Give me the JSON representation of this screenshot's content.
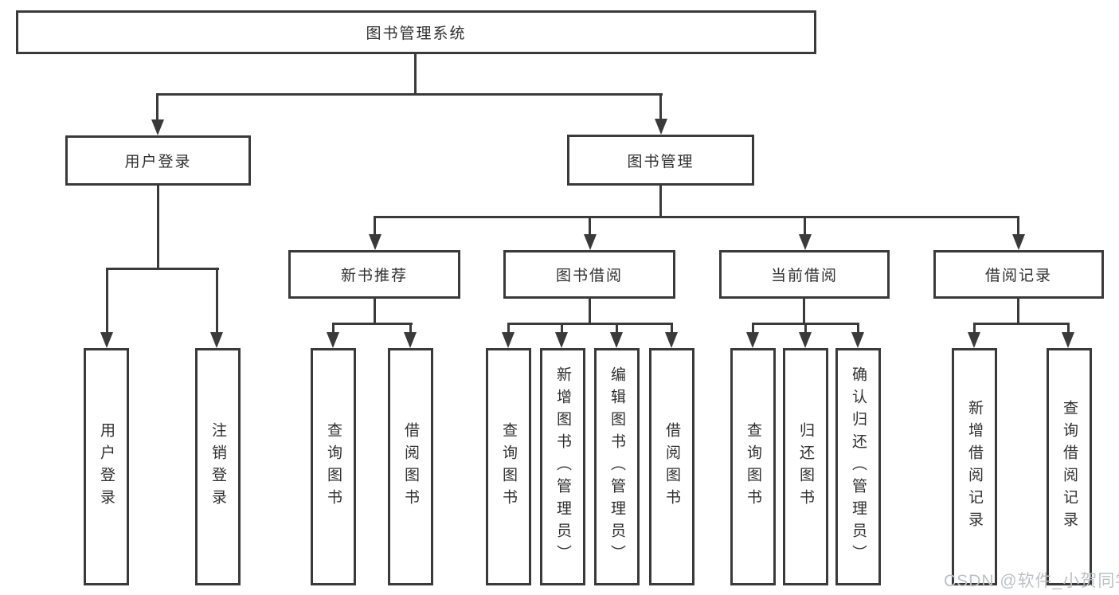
{
  "tree": {
    "root": {
      "label": "图书管理系统"
    },
    "branches": [
      {
        "label": "用户登录",
        "children": [
          {
            "label": "用户登录"
          },
          {
            "label": "注销登录"
          }
        ]
      },
      {
        "label": "图书管理",
        "children": [
          {
            "label": "新书推荐",
            "children": [
              {
                "label": "查询图书"
              },
              {
                "label": "借阅图书"
              }
            ]
          },
          {
            "label": "图书借阅",
            "children": [
              {
                "label": "查询图书"
              },
              {
                "label": "新增图书（管理员）"
              },
              {
                "label": "编辑图书（管理员）"
              },
              {
                "label": "借阅图书"
              }
            ]
          },
          {
            "label": "当前借阅",
            "children": [
              {
                "label": "查询图书"
              },
              {
                "label": "归还图书"
              },
              {
                "label": "确认归还（管理员）"
              }
            ]
          },
          {
            "label": "借阅记录",
            "children": [
              {
                "label": "新增借阅记录"
              },
              {
                "label": "查询借阅记录"
              }
            ]
          }
        ]
      }
    ]
  },
  "watermark": {
    "text": "CSDN @软件_小贺同学"
  },
  "colors": {
    "line": "#3a3a3a",
    "text": "#2f2f2f",
    "watermark": "#bdc1c5",
    "background": "#ffffff"
  }
}
